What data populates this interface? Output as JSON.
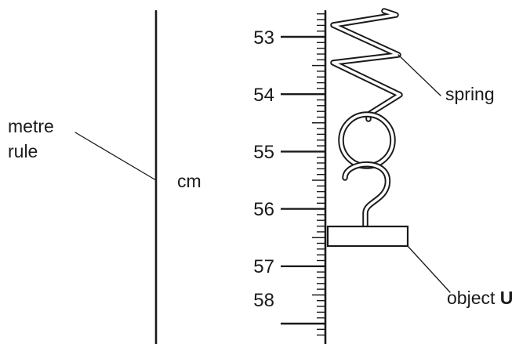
{
  "labels": {
    "metre_rule_line1": "metre",
    "metre_rule_line2": "rule",
    "unit": "cm",
    "spring": "spring",
    "object_prefix": "object ",
    "object_letter": "U"
  },
  "scale": {
    "major_ticks": [
      "53",
      "54",
      "55",
      "56",
      "57",
      "58"
    ]
  }
}
